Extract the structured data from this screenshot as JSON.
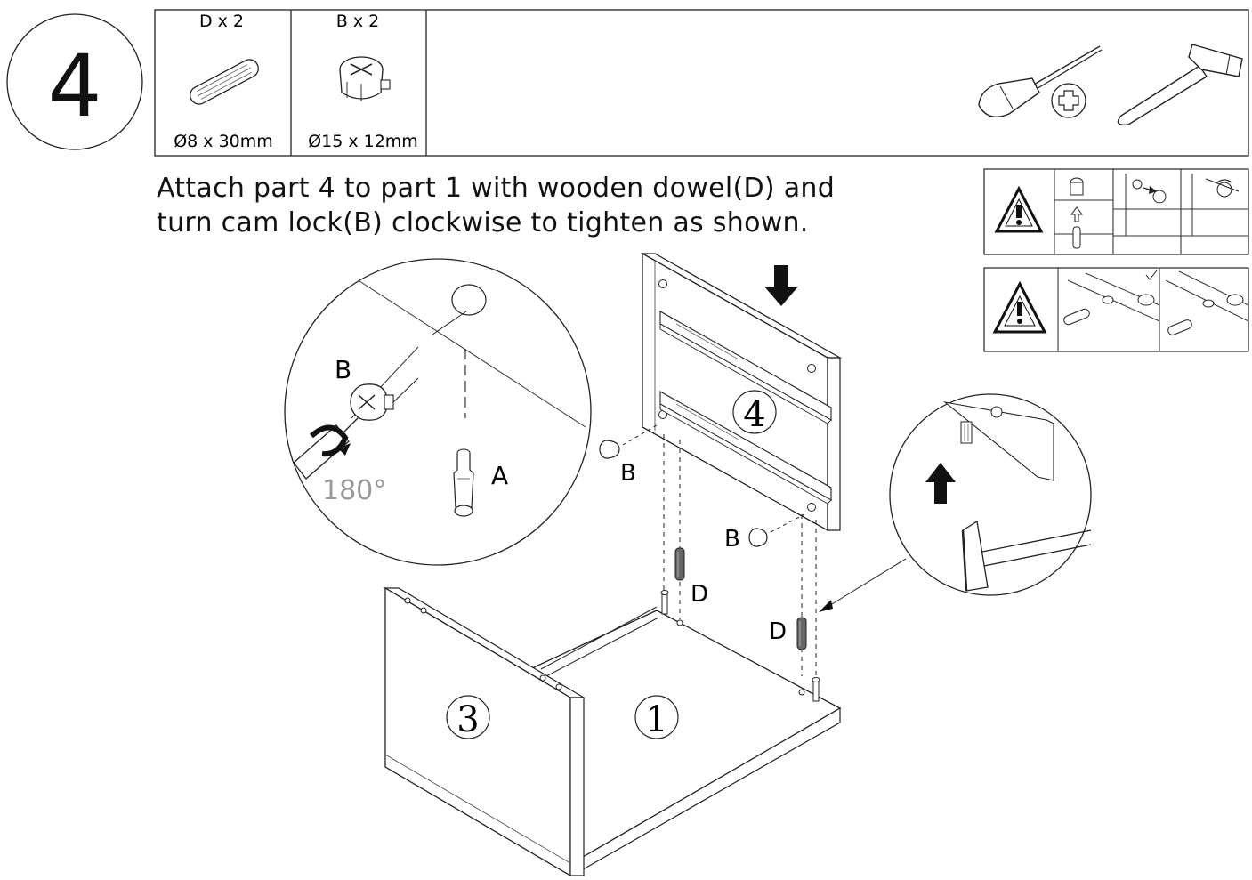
{
  "step": {
    "number": "4"
  },
  "parts": [
    {
      "qty_label": "D x 2",
      "size": "Ø8 x 30mm",
      "icon": "wooden-dowel-icon"
    },
    {
      "qty_label": "B x 2",
      "size": "Ø15 x 12mm",
      "icon": "cam-lock-icon"
    }
  ],
  "tools": [
    "phillips-screwdriver-icon",
    "hammer-icon"
  ],
  "instruction": {
    "line1": "Attach part 4 to part 1 with wooden dowel(D) and",
    "line2": "turn cam lock(B) clockwise to tighten as shown."
  },
  "zoom_detail": {
    "label_b": "B",
    "label_a": "A",
    "rotation": "180°"
  },
  "panels": {
    "part4": "4",
    "part3": "3",
    "part1": "1"
  },
  "labels": {
    "b_upper": "B",
    "b_lower": "B",
    "d_left": "D",
    "d_right": "D"
  },
  "warnings": [
    "warning-cam-lock-sequence",
    "warning-dowel-orientation"
  ]
}
